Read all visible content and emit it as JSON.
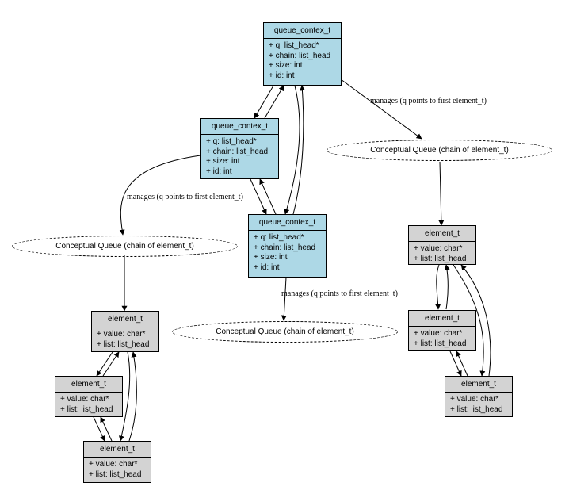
{
  "context_type": {
    "name": "queue_contex_t",
    "fields": [
      "+ q: list_head*",
      "+ chain: list_head",
      "+ size: int",
      "+ id: int"
    ]
  },
  "element_type": {
    "name": "element_t",
    "fields": [
      "+ value: char*",
      "+ list: list_head"
    ]
  },
  "conceptual_queue_label": "Conceptual Queue (chain of element_t)",
  "manages_label": "manages (q points to first element_t)",
  "colors": {
    "context_fill": "#add8e6",
    "element_fill": "#d3d3d3",
    "stroke": "#000000"
  }
}
